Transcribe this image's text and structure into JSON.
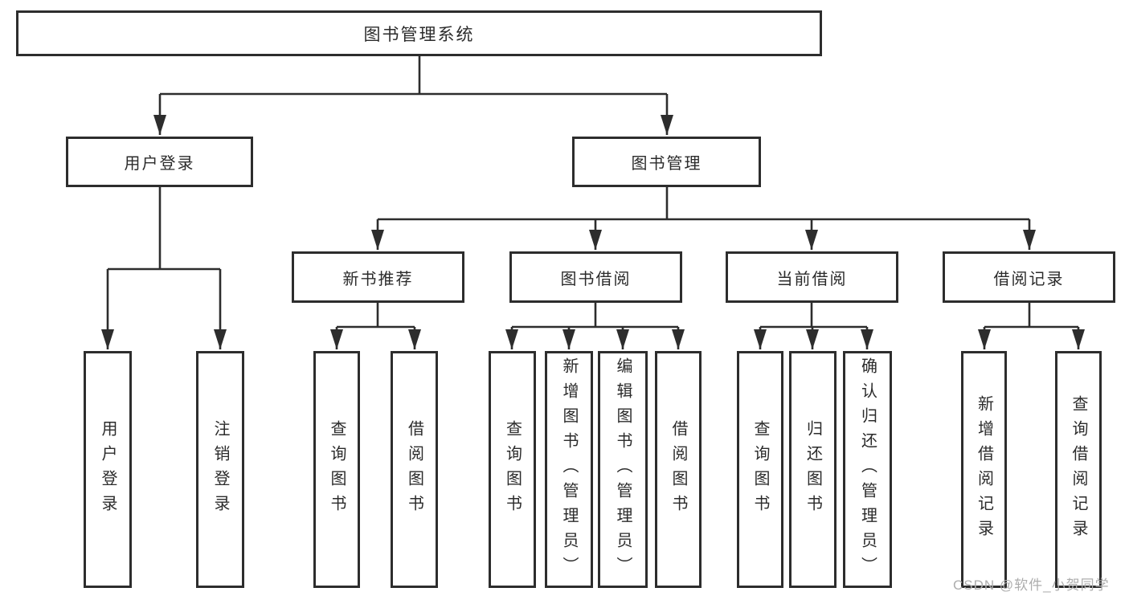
{
  "diagram": {
    "title": "图书管理系统"
  },
  "root": {
    "label": "图书管理系统"
  },
  "level2": [
    {
      "label": "用户登录"
    },
    {
      "label": "图书管理"
    }
  ],
  "level3": [
    {
      "label": "新书推荐"
    },
    {
      "label": "图书借阅"
    },
    {
      "label": "当前借阅"
    },
    {
      "label": "借阅记录"
    }
  ],
  "leaves": [
    {
      "label": "用户登录"
    },
    {
      "label": "注销登录"
    },
    {
      "label": "查询图书"
    },
    {
      "label": "借阅图书"
    },
    {
      "label": "查询图书"
    },
    {
      "label": "新增图书（管理员）"
    },
    {
      "label": "编辑图书（管理员）"
    },
    {
      "label": "借阅图书"
    },
    {
      "label": "查询图书"
    },
    {
      "label": "归还图书"
    },
    {
      "label": "确认归还（管理员）"
    },
    {
      "label": "新增借阅记录"
    },
    {
      "label": "查询借阅记录"
    }
  ],
  "watermark": {
    "text": "CSDN @软件_小贺同学"
  },
  "colors": {
    "line": "#2d2d2d",
    "text": "#2b2b2b",
    "watermark": "#adadad",
    "background": "#ffffff"
  }
}
